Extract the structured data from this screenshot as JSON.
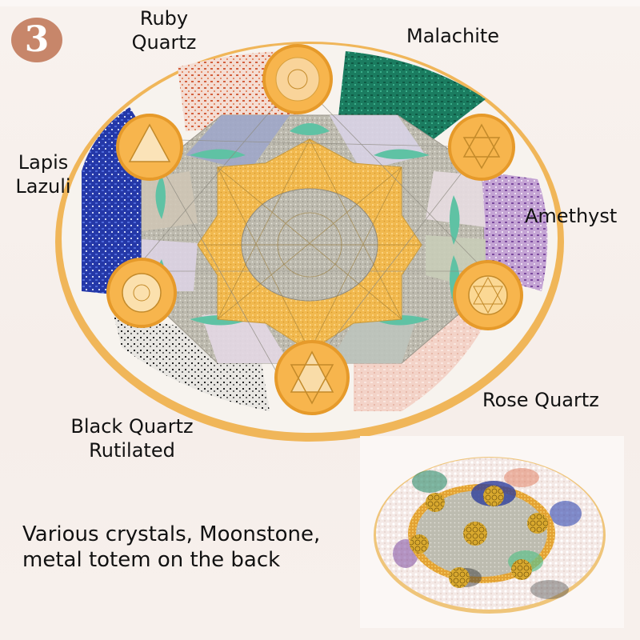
{
  "badge": {
    "number": "3"
  },
  "labels": {
    "ruby_quartz": [
      "Ruby",
      "Quartz"
    ],
    "malachite": "Malachite",
    "lapis_lazuli": [
      "Lapis",
      "Lazuli"
    ],
    "amethyst": "Amethyst",
    "rose_quartz": "Rose Quartz",
    "black_quartz_rutilated": [
      "Black Quartz",
      "Rutilated"
    ]
  },
  "caption": {
    "line1": "Various crystals, Moonstone,",
    "line2": "metal totem on the back"
  },
  "images": {
    "main": "crystal-grid-plate-front",
    "inset": "crystal-grid-plate-back"
  },
  "colors": {
    "badge": "#c7866a",
    "background": "#f6efeb",
    "ruby_quartz": "#d8734f",
    "malachite": "#1f8a6c",
    "lapis_lazuli": "#2a3fb0",
    "amethyst": "#8a5aa8",
    "rose_quartz": "#f0cfc4",
    "black_quartz": "#6a6a6a",
    "pyrite": "#b9b7aa",
    "gold": "#f3b64a",
    "aventurine": "#5fc2a4"
  }
}
